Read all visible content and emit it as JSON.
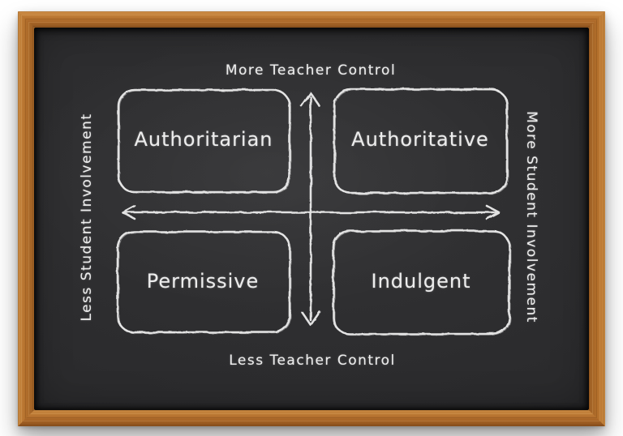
{
  "diagram": {
    "axes": {
      "top_label": "More Teacher Control",
      "bottom_label": "Less Teacher Control",
      "left_label": "Less Student Involvement",
      "right_label": "More Student Involvement"
    },
    "quadrants": [
      {
        "position": "top-left",
        "label": "Authoritarian"
      },
      {
        "position": "top-right",
        "label": "Authoritative"
      },
      {
        "position": "bottom-left",
        "label": "Permissive"
      },
      {
        "position": "bottom-right",
        "label": "Indulgent"
      }
    ],
    "style": {
      "chalk_color": "#ececec",
      "board_color": "#2d2d2f",
      "wood_color": "#b5702d",
      "background_color": "#ffffff"
    }
  }
}
